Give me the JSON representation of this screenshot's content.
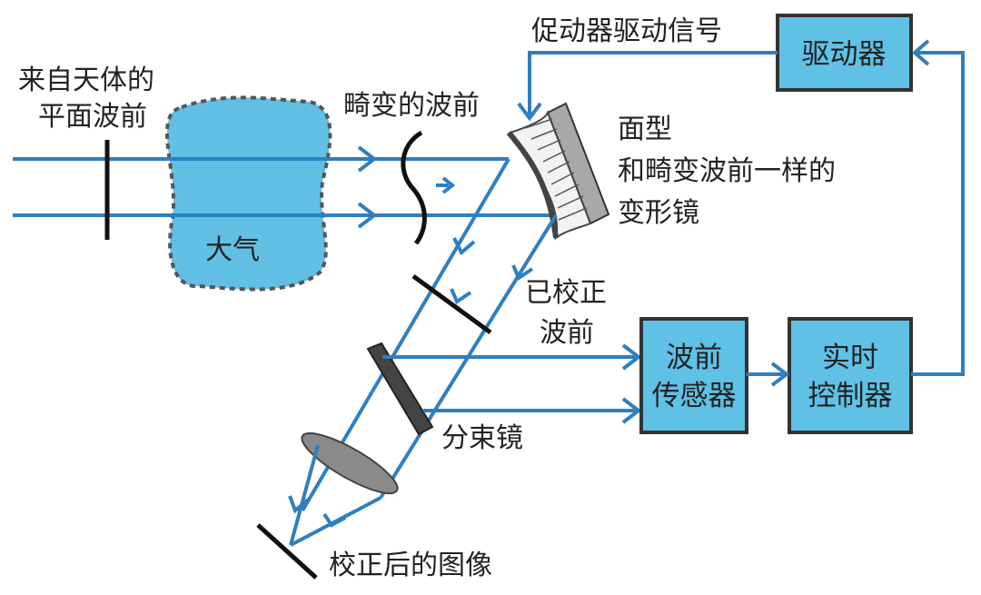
{
  "labels": {
    "source_line1": "来自天体的",
    "source_line2": "平面波前",
    "atmosphere": "大气",
    "distorted_wavefront": "畸变的波前",
    "dm_line1": "面型",
    "dm_line2": "和畸变波前一样的",
    "dm_line3": "变形镜",
    "actuator_signal": "促动器驱动信号",
    "corrected_line1": "已校正",
    "corrected_line2": "波前",
    "beam_splitter": "分束镜",
    "corrected_image": "校正后的图像"
  },
  "boxes": {
    "driver": "驱动器",
    "wfs_line1": "波前",
    "wfs_line2": "传感器",
    "rtc_line1": "实时",
    "rtc_line2": "控制器"
  },
  "colors": {
    "beam": "#2f7fc0",
    "box_fill": "#5fc1e6",
    "box_border": "#333333",
    "atmosphere_fill": "#62bfe4",
    "mirror_face": "#444444",
    "mirror_back": "#a8a8a8",
    "lens": "#888888"
  }
}
